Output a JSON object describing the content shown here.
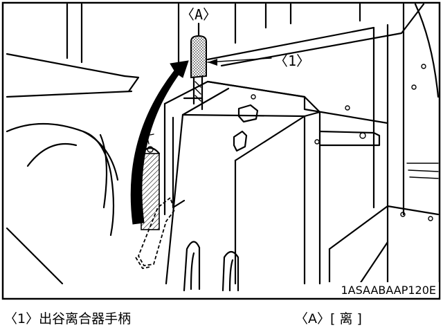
{
  "figure": {
    "callout_a": "〈A〉",
    "callout_1": "〈1〉",
    "image_code": "1ASAABAAP120E"
  },
  "captions": {
    "left": "〈1〉出谷离合器手柄",
    "right": "〈A〉[ 离 ]"
  }
}
